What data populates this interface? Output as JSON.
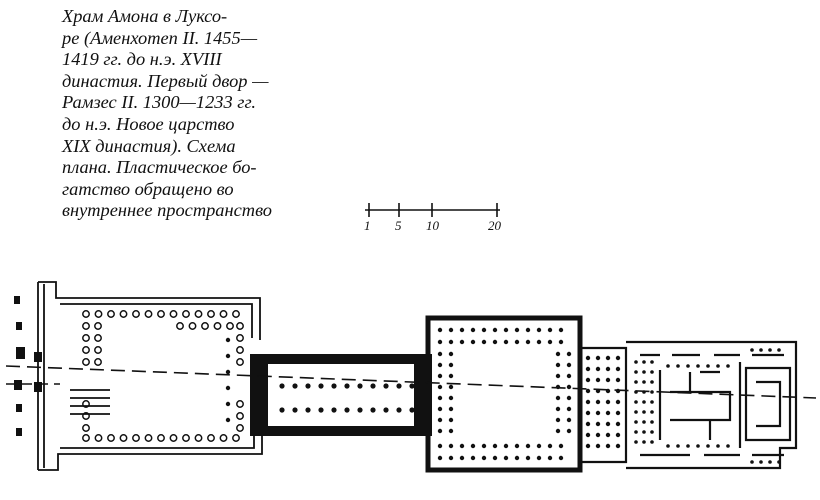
{
  "caption": {
    "lines": [
      "Храм Амона в Луксо-",
      "ре (Аменхотеп II. 1455—",
      "1419 гг. до н.э. XVIII",
      "династия. Первый двор —",
      "Рамзес II. 1300—1233 гг.",
      "до н.э. Новое царство",
      "XIX династия). Схема",
      "плана. Пластическое бо-",
      "гатство обращено во",
      "внутреннее пространство"
    ]
  },
  "scale_bar": {
    "ticks": [
      "1",
      "5",
      "10",
      "20"
    ]
  },
  "colors": {
    "ink": "#111111",
    "paper": "#ffffff"
  }
}
